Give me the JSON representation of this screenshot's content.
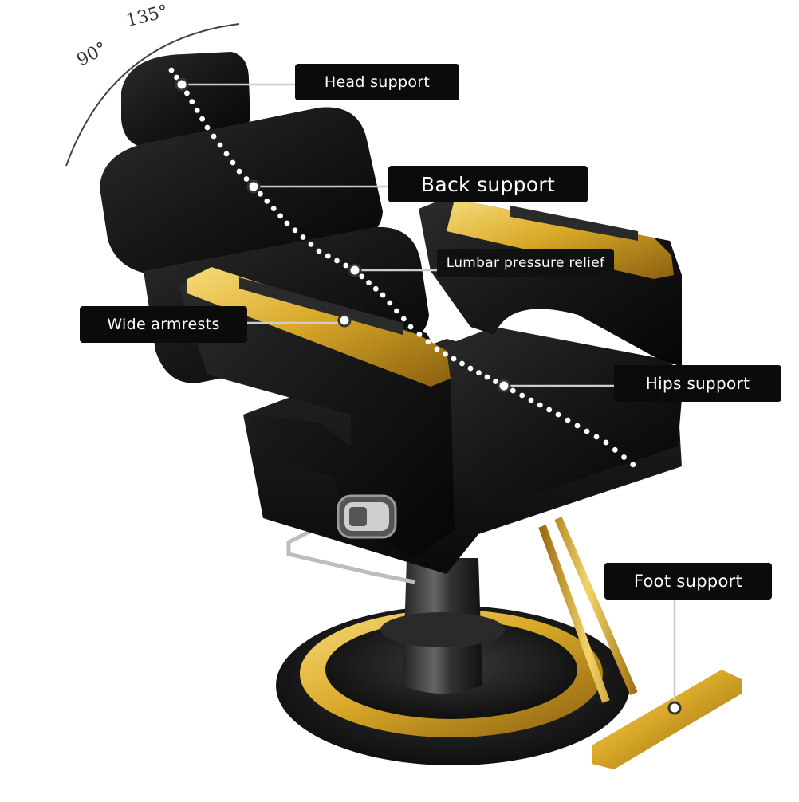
{
  "angles": {
    "upright": "90°",
    "recline": "135°"
  },
  "callouts": {
    "head_support": "Head support",
    "back_support": "Back support",
    "lumbar_relief": "Lumbar pressure relief",
    "wide_armrests": "Wide armrests",
    "hips_support": "Hips support",
    "foot_support": "Foot support"
  },
  "colors": {
    "upholstery": "#151515",
    "gold_trim": "#d4a21f",
    "label_bg": "#0b0b0b",
    "label_text": "#ffffff",
    "dots": "#ffffff"
  }
}
